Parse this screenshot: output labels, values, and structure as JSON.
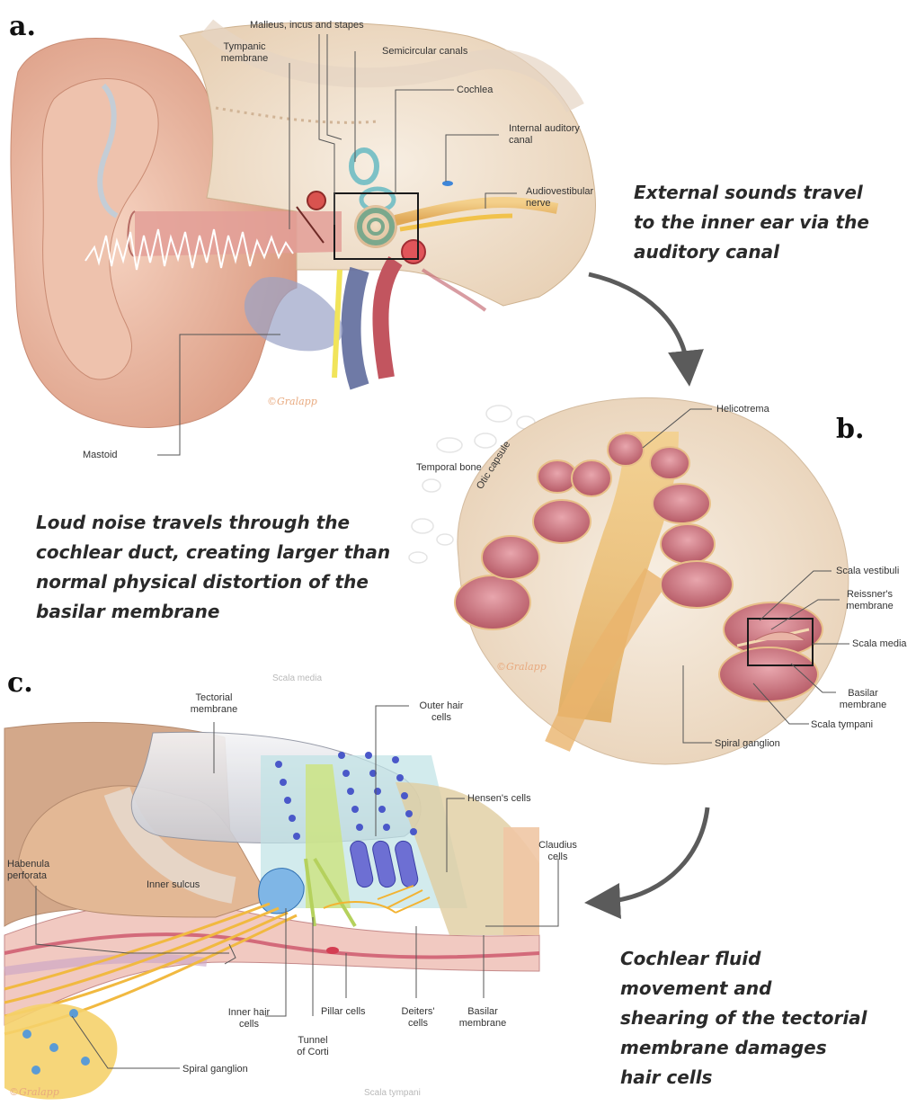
{
  "panels": {
    "a": "a.",
    "b": "b.",
    "c": "c."
  },
  "captions": {
    "external": [
      "External sounds travel",
      "to the inner ear via the",
      "auditory canal"
    ],
    "loud": [
      "Loud noise travels through the",
      "cochlear duct, creating larger than",
      "normal physical distortion of the",
      "basilar membrane"
    ],
    "fluid": [
      "Cochlear fluid",
      "movement and",
      "shearing of the tectorial",
      "membrane damages",
      "hair cells"
    ]
  },
  "labels_a": {
    "ossicles": "Malleus, incus and stapes",
    "tympanic": [
      "Tympanic",
      "membrane"
    ],
    "semicircular": "Semicircular canals",
    "cochlea": "Cochlea",
    "internal_canal": [
      "Internal auditory",
      "canal"
    ],
    "audiovestibular": [
      "Audiovestibular",
      "nerve"
    ],
    "mastoid": "Mastoid"
  },
  "labels_b": {
    "helicotrema": "Helicotrema",
    "temporal_bone": "Temporal bone",
    "otic_capsule": "Otic capsule",
    "scala_vestibuli": "Scala vestibuli",
    "reissner": [
      "Reissner's",
      "membrane"
    ],
    "scala_media": "Scala media",
    "basilar": [
      "Basilar",
      "membrane"
    ],
    "scala_tympani": "Scala tympani",
    "spiral_ganglion": "Spiral ganglion"
  },
  "labels_c": {
    "scala_media_top": "Scala media",
    "tectorial": [
      "Tectorial",
      "membrane"
    ],
    "outer_hair": [
      "Outer hair",
      "cells"
    ],
    "hensens": "Hensen's cells",
    "claudius": [
      "Claudius",
      "cells"
    ],
    "habenula": [
      "Habenula",
      "perforata"
    ],
    "inner_sulcus": "Inner sulcus",
    "inner_hair": [
      "Inner hair",
      "cells"
    ],
    "pillar": "Pillar cells",
    "deiters": [
      "Deiters'",
      "cells"
    ],
    "basilar": [
      "Basilar",
      "membrane"
    ],
    "tunnel": [
      "Tunnel",
      "of Corti"
    ],
    "spiral_ganglion": "Spiral ganglion",
    "scala_tympani_bottom": "Scala tympani"
  },
  "watermark": "©Gralapp",
  "colors": {
    "skin": "#e9b9a2",
    "bone": "#f3e6d6",
    "cochlea_green": "#8fb9a0",
    "nerve_yellow": "#f1c24b",
    "scala_red": "#c9707c",
    "hair_cell_blue": "#6d6fd3",
    "arrow_grey": "#5b5b5b"
  }
}
